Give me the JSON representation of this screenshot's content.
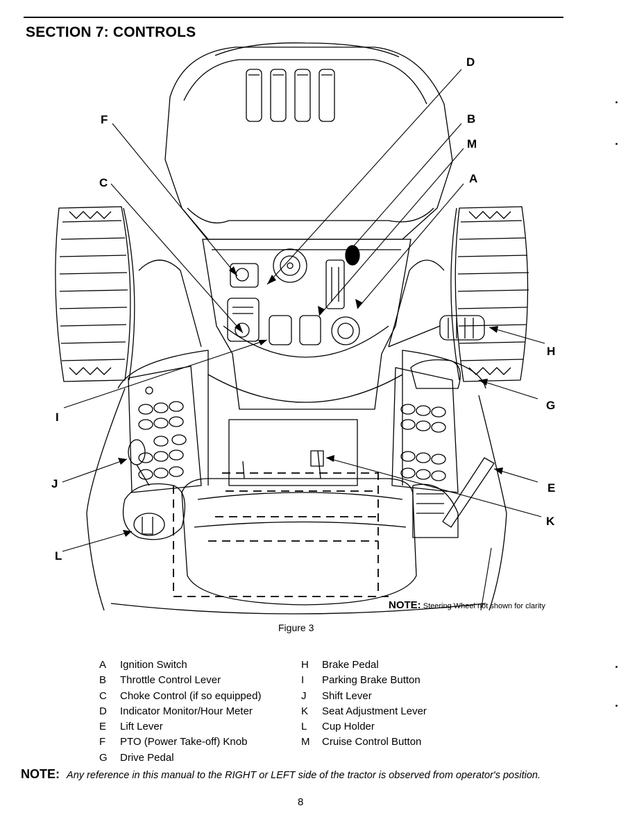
{
  "section_title": "SECTION 7:  CONTROLS",
  "callouts": {
    "A": "A",
    "B": "B",
    "C": "C",
    "D": "D",
    "E": "E",
    "F": "F",
    "G": "G",
    "H": "H",
    "I": "I",
    "J": "J",
    "K": "K",
    "L": "L",
    "M": "M"
  },
  "figure_note": {
    "label": "NOTE:",
    "text": "Steering Wheel not shown for clarity"
  },
  "figure_caption": "Figure 3",
  "legend": {
    "left": [
      {
        "key": "A",
        "label": "Ignition Switch"
      },
      {
        "key": "B",
        "label": "Throttle Control Lever"
      },
      {
        "key": "C",
        "label": "Choke Control (if so equipped)"
      },
      {
        "key": "D",
        "label": "Indicator Monitor/Hour Meter"
      },
      {
        "key": "E",
        "label": "Lift Lever"
      },
      {
        "key": "F",
        "label": "PTO (Power Take-off) Knob"
      },
      {
        "key": "G",
        "label": "Drive Pedal"
      }
    ],
    "right": [
      {
        "key": "H",
        "label": "Brake Pedal"
      },
      {
        "key": "I",
        "label": "Parking Brake Button"
      },
      {
        "key": "J",
        "label": "Shift Lever"
      },
      {
        "key": "K",
        "label": "Seat Adjustment Lever"
      },
      {
        "key": "L",
        "label": "Cup Holder"
      },
      {
        "key": "M",
        "label": "Cruise Control Button"
      }
    ]
  },
  "note": {
    "label": "NOTE:",
    "text": "Any reference in this manual to the RIGHT or LEFT side of the tractor is observed from operator's position."
  },
  "page_number": "8"
}
